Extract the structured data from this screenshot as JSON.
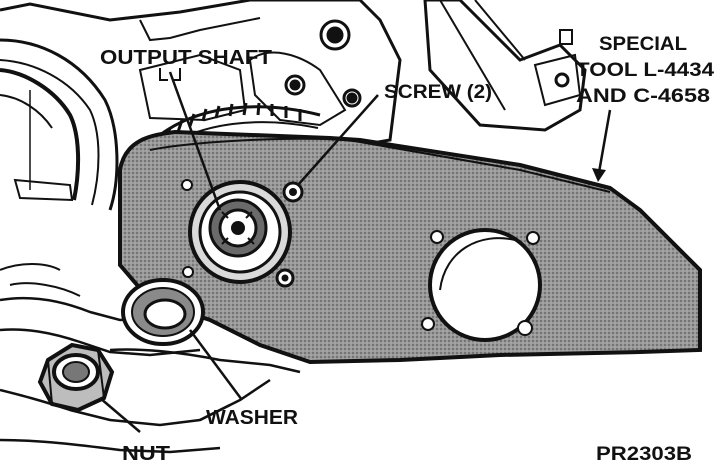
{
  "labels": {
    "output_shaft": "OUTPUT SHAFT",
    "screw": "SCREW (2)",
    "special_tool_line1": "SPECIAL",
    "special_tool_line2": "TOOL L-4434",
    "special_tool_line3": "AND C-4658",
    "washer": "WASHER",
    "nut": "NUT",
    "figure_id": "PR2303B"
  },
  "colors": {
    "ink": "#111111",
    "tool_fill": "#8f8f8f",
    "paper": "#ffffff"
  }
}
